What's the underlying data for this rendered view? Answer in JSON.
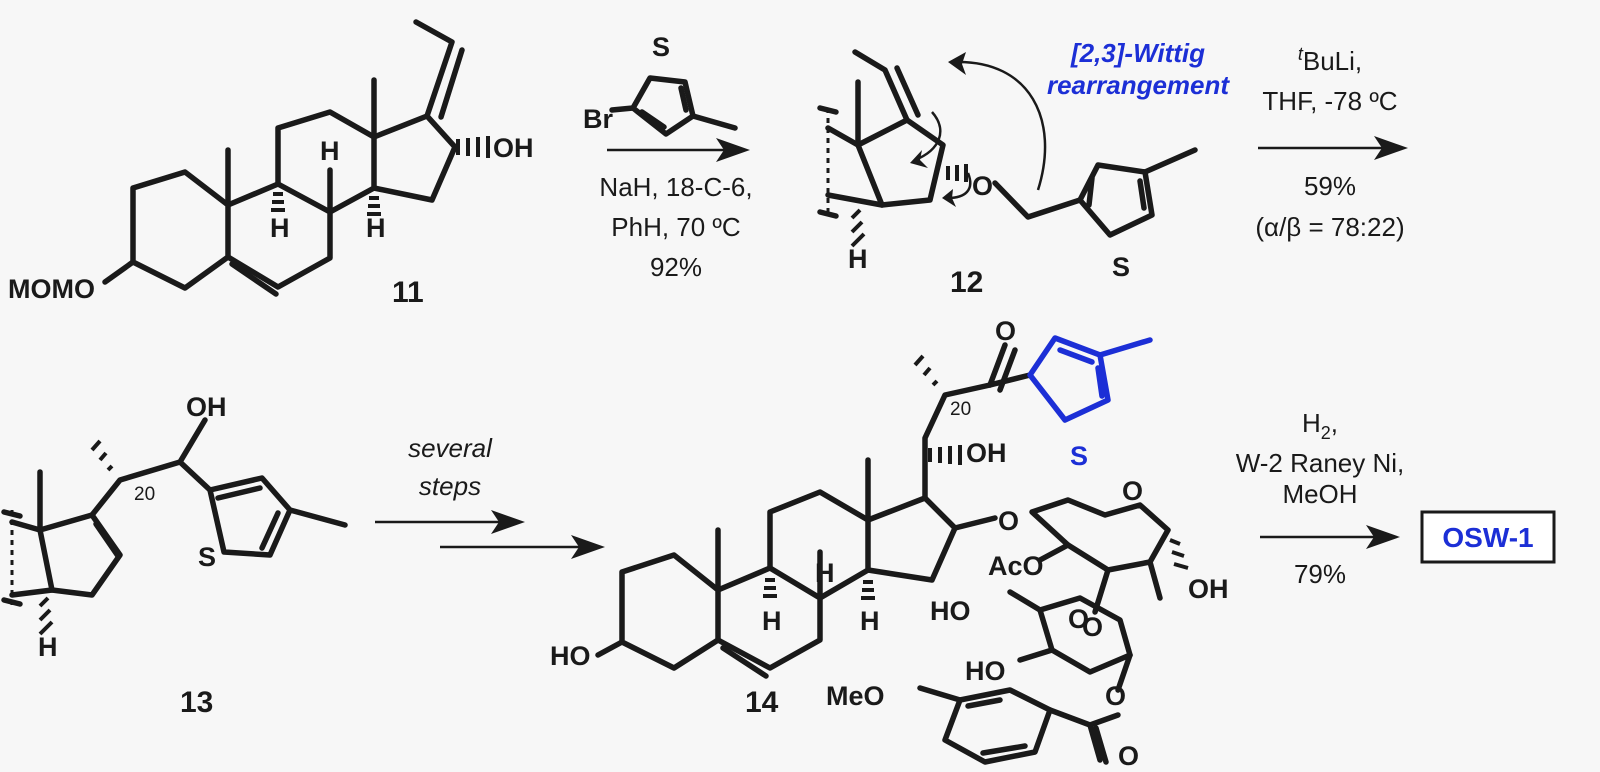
{
  "compounds": {
    "c11": "11",
    "c12": "12",
    "c13": "13",
    "c14": "14"
  },
  "atoms": {
    "oh": "OH",
    "h": "H",
    "momo": "MOMO",
    "br": "Br",
    "s": "S",
    "o": "O",
    "ho": "HO",
    "aco": "AcO",
    "meo": "MeO",
    "c20": "20"
  },
  "step1": {
    "line1": "NaH, 18-C-6,",
    "line2": "PhH, 70 ºC",
    "line3": "92%"
  },
  "wittig": {
    "line1": "[2,3]-Wittig",
    "line2": "rearrangement"
  },
  "step2": {
    "line1_sup": "t",
    "line1": "BuLi,",
    "line2": "THF, -78 ºC",
    "line3": "59%",
    "line4": "(α/β = 78:22)"
  },
  "step3": {
    "line1": "several",
    "line2": "steps"
  },
  "step4": {
    "line1_main": "H",
    "line1_sub": "2",
    "line1_end": ",",
    "line2": "W-2 Raney Ni,",
    "line3": "MeOH",
    "line4": "79%"
  },
  "product": "OSW-1",
  "colors": {
    "accent_blue": "#1c2fd6",
    "ink": "#1a1a1a",
    "background": "#f7f7f7"
  }
}
